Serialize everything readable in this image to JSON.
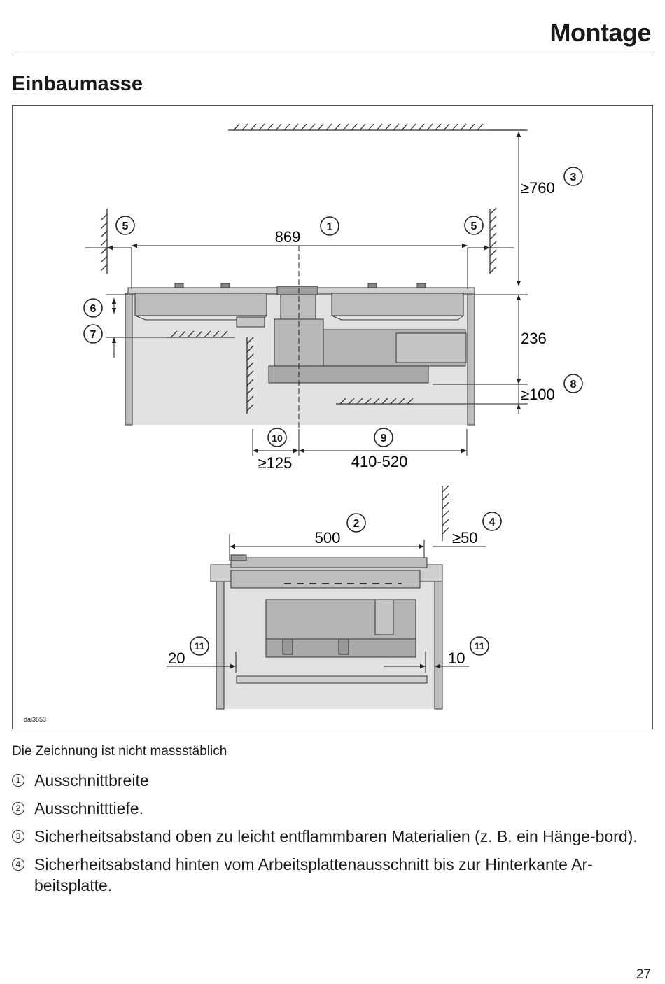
{
  "header": {
    "title": "Montage"
  },
  "section": {
    "title": "Einbaumasse"
  },
  "figure": {
    "id": "dai3653",
    "dims": {
      "w869": "869",
      "h760": "≥760",
      "h236": "236",
      "h100": "≥100",
      "w125": "≥125",
      "w410": "410-520",
      "d500": "500",
      "d50": "≥50",
      "s20": "20",
      "s10": "10"
    },
    "markers": {
      "m1": "1",
      "m2": "2",
      "m3": "3",
      "m4": "4",
      "m5a": "5",
      "m5b": "5",
      "m6": "6",
      "m7": "7",
      "m8": "8",
      "m9": "9",
      "m10": "10",
      "m11a": "11",
      "m11b": "11"
    }
  },
  "note": "Die Zeichnung ist nicht massstäblich",
  "legend": [
    {
      "num": "1",
      "text": "Ausschnittbreite"
    },
    {
      "num": "2",
      "text": "Ausschnitttiefe."
    },
    {
      "num": "3",
      "text": "Sicherheitsabstand oben zu leicht entflammbaren Materialien (z. B. ein Hänge-bord)."
    },
    {
      "num": "4",
      "text": "Sicherheitsabstand hinten vom Arbeitsplattenausschnitt bis zur Hinterkante Ar-beitsplatte."
    }
  ],
  "page_number": "27"
}
